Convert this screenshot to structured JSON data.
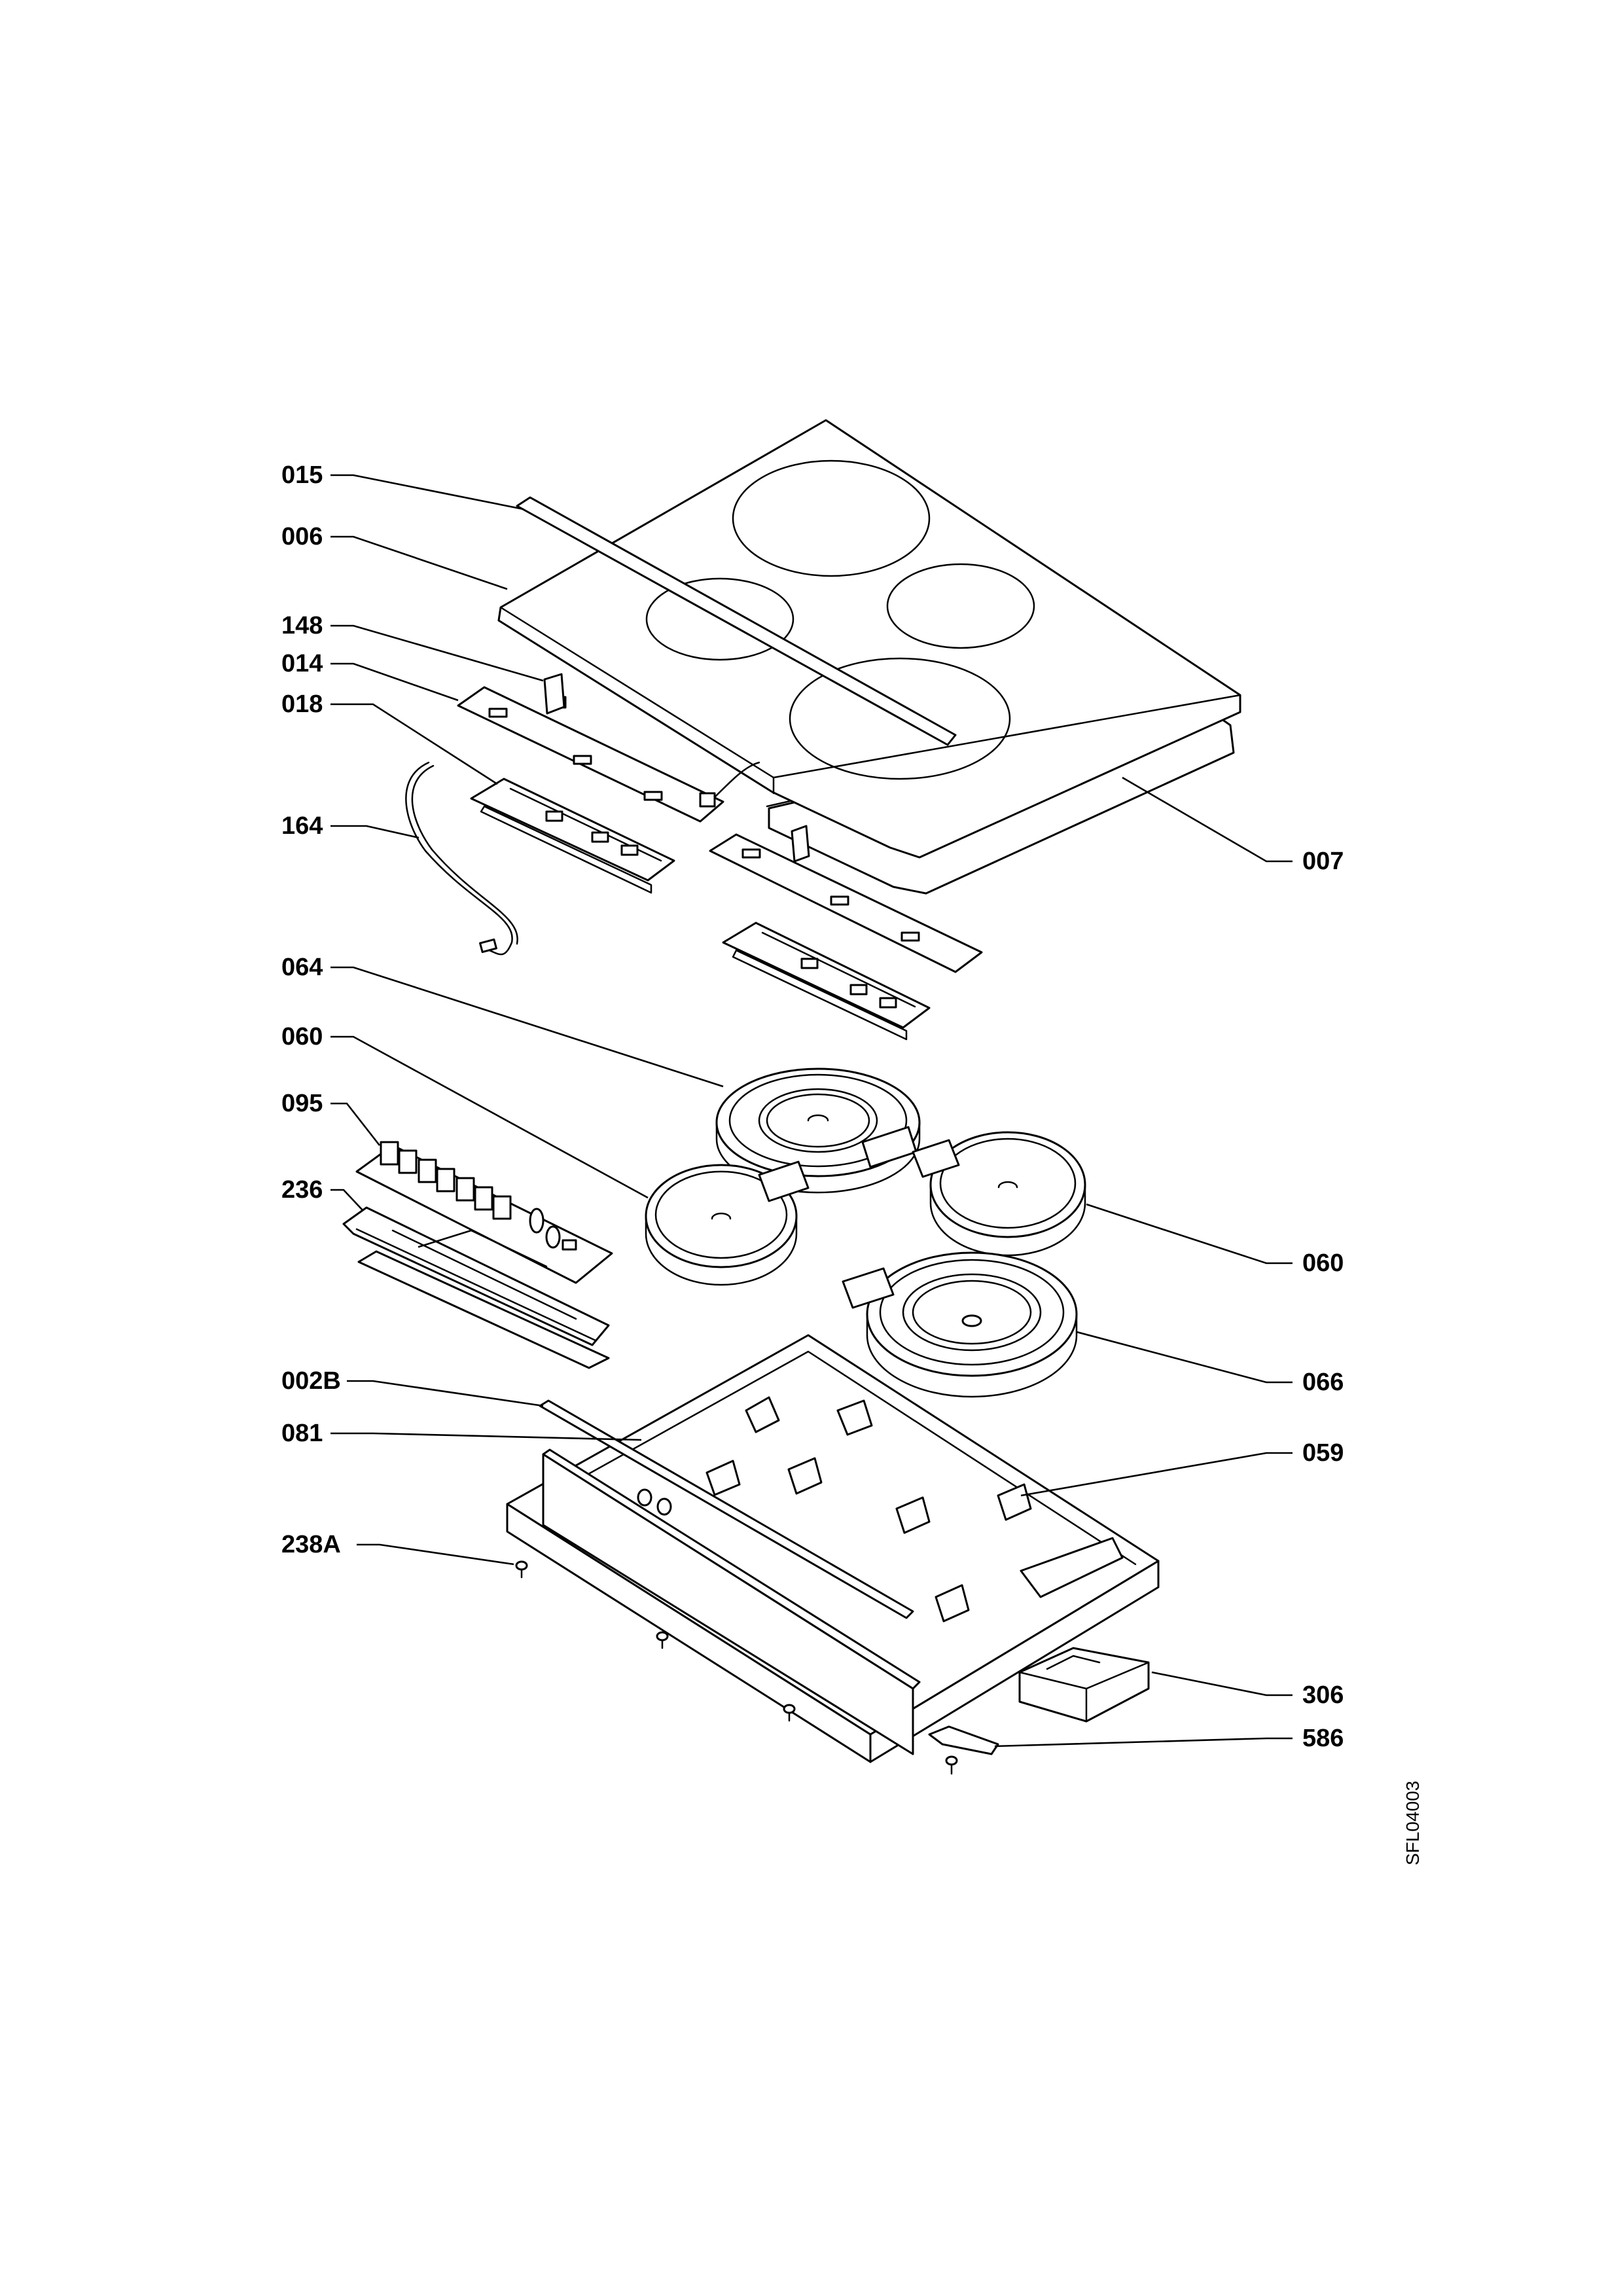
{
  "drawing": {
    "reference": "SFL04003"
  },
  "callouts": {
    "c015": "015",
    "c006": "006",
    "c148": "148",
    "c014": "014",
    "c018": "018",
    "c164": "164",
    "c007": "007",
    "c064": "064",
    "c060a": "060",
    "c095": "095",
    "c236": "236",
    "c060b": "060",
    "c066": "066",
    "c002B": "002B",
    "c081": "081",
    "c059": "059",
    "c238A": "238A",
    "c306": "306",
    "c586": "586"
  }
}
